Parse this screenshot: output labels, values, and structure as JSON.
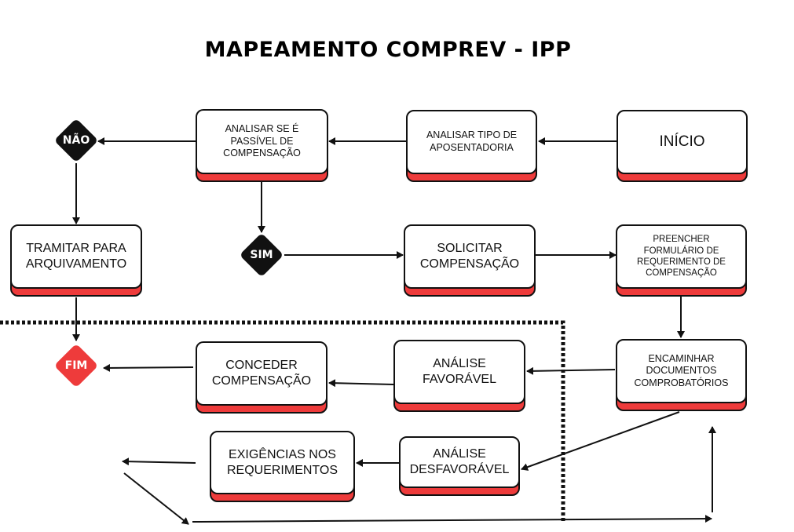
{
  "title": "MAPEAMENTO COMPREV - IPP",
  "colors": {
    "accent_red": "#ee3b3b",
    "decision_black": "#111111",
    "stroke": "#111111"
  },
  "nodes": {
    "inicio": "INÍCIO",
    "analisar_tipo": "ANALISAR TIPO DE APOSENTADORIA",
    "analisar_passivel": "ANALISAR SE É PASSÍVEL DE COMPENSAÇÃO",
    "nao": "NÃO",
    "sim": "SIM",
    "tramitar": "TRAMITAR PARA ARQUIVAMENTO",
    "solicitar": "SOLICITAR COMPENSAÇÃO",
    "preencher": "PREENCHER FORMULÁRIO DE REQUERIMENTO DE COMPENSAÇÃO",
    "encaminhar": "ENCAMINHAR DOCUMENTOS COMPROBATÓRIOS",
    "analise_favoravel": "ANÁLISE FAVORÁVEL",
    "conceder": "CONCEDER COMPENSAÇÃO",
    "fim": "FIM",
    "analise_desfavoravel": "ANÁLISE DESFAVORÁVEL",
    "exigencias": "EXIGÊNCIAS NOS REQUERIMENTOS"
  }
}
